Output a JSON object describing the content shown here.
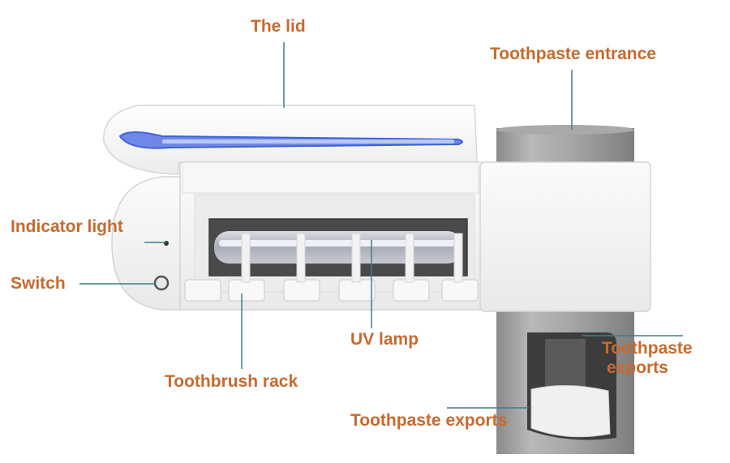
{
  "colors": {
    "label_text": "#c8692f",
    "leader_line": "#3d7f8c",
    "device_body": "#f3f3f3",
    "device_outline": "#d6d6d6",
    "lid_lamp": "#3f63d6",
    "grey_tube": "#9b9b9b",
    "dark_tube": "#444444"
  },
  "labels": {
    "lid": "The lid",
    "toothpaste_entrance": "Toothpaste entrance",
    "indicator_light": "Indicator light",
    "switch": "Switch",
    "uv_lamp": "UV lamp",
    "toothbrush_rack": "Toothbrush rack",
    "toothpaste_exports_upper_line1": "Toothpaste",
    "toothpaste_exports_upper_line2": "exports",
    "toothpaste_exports_lower": "Toothpaste exports"
  }
}
